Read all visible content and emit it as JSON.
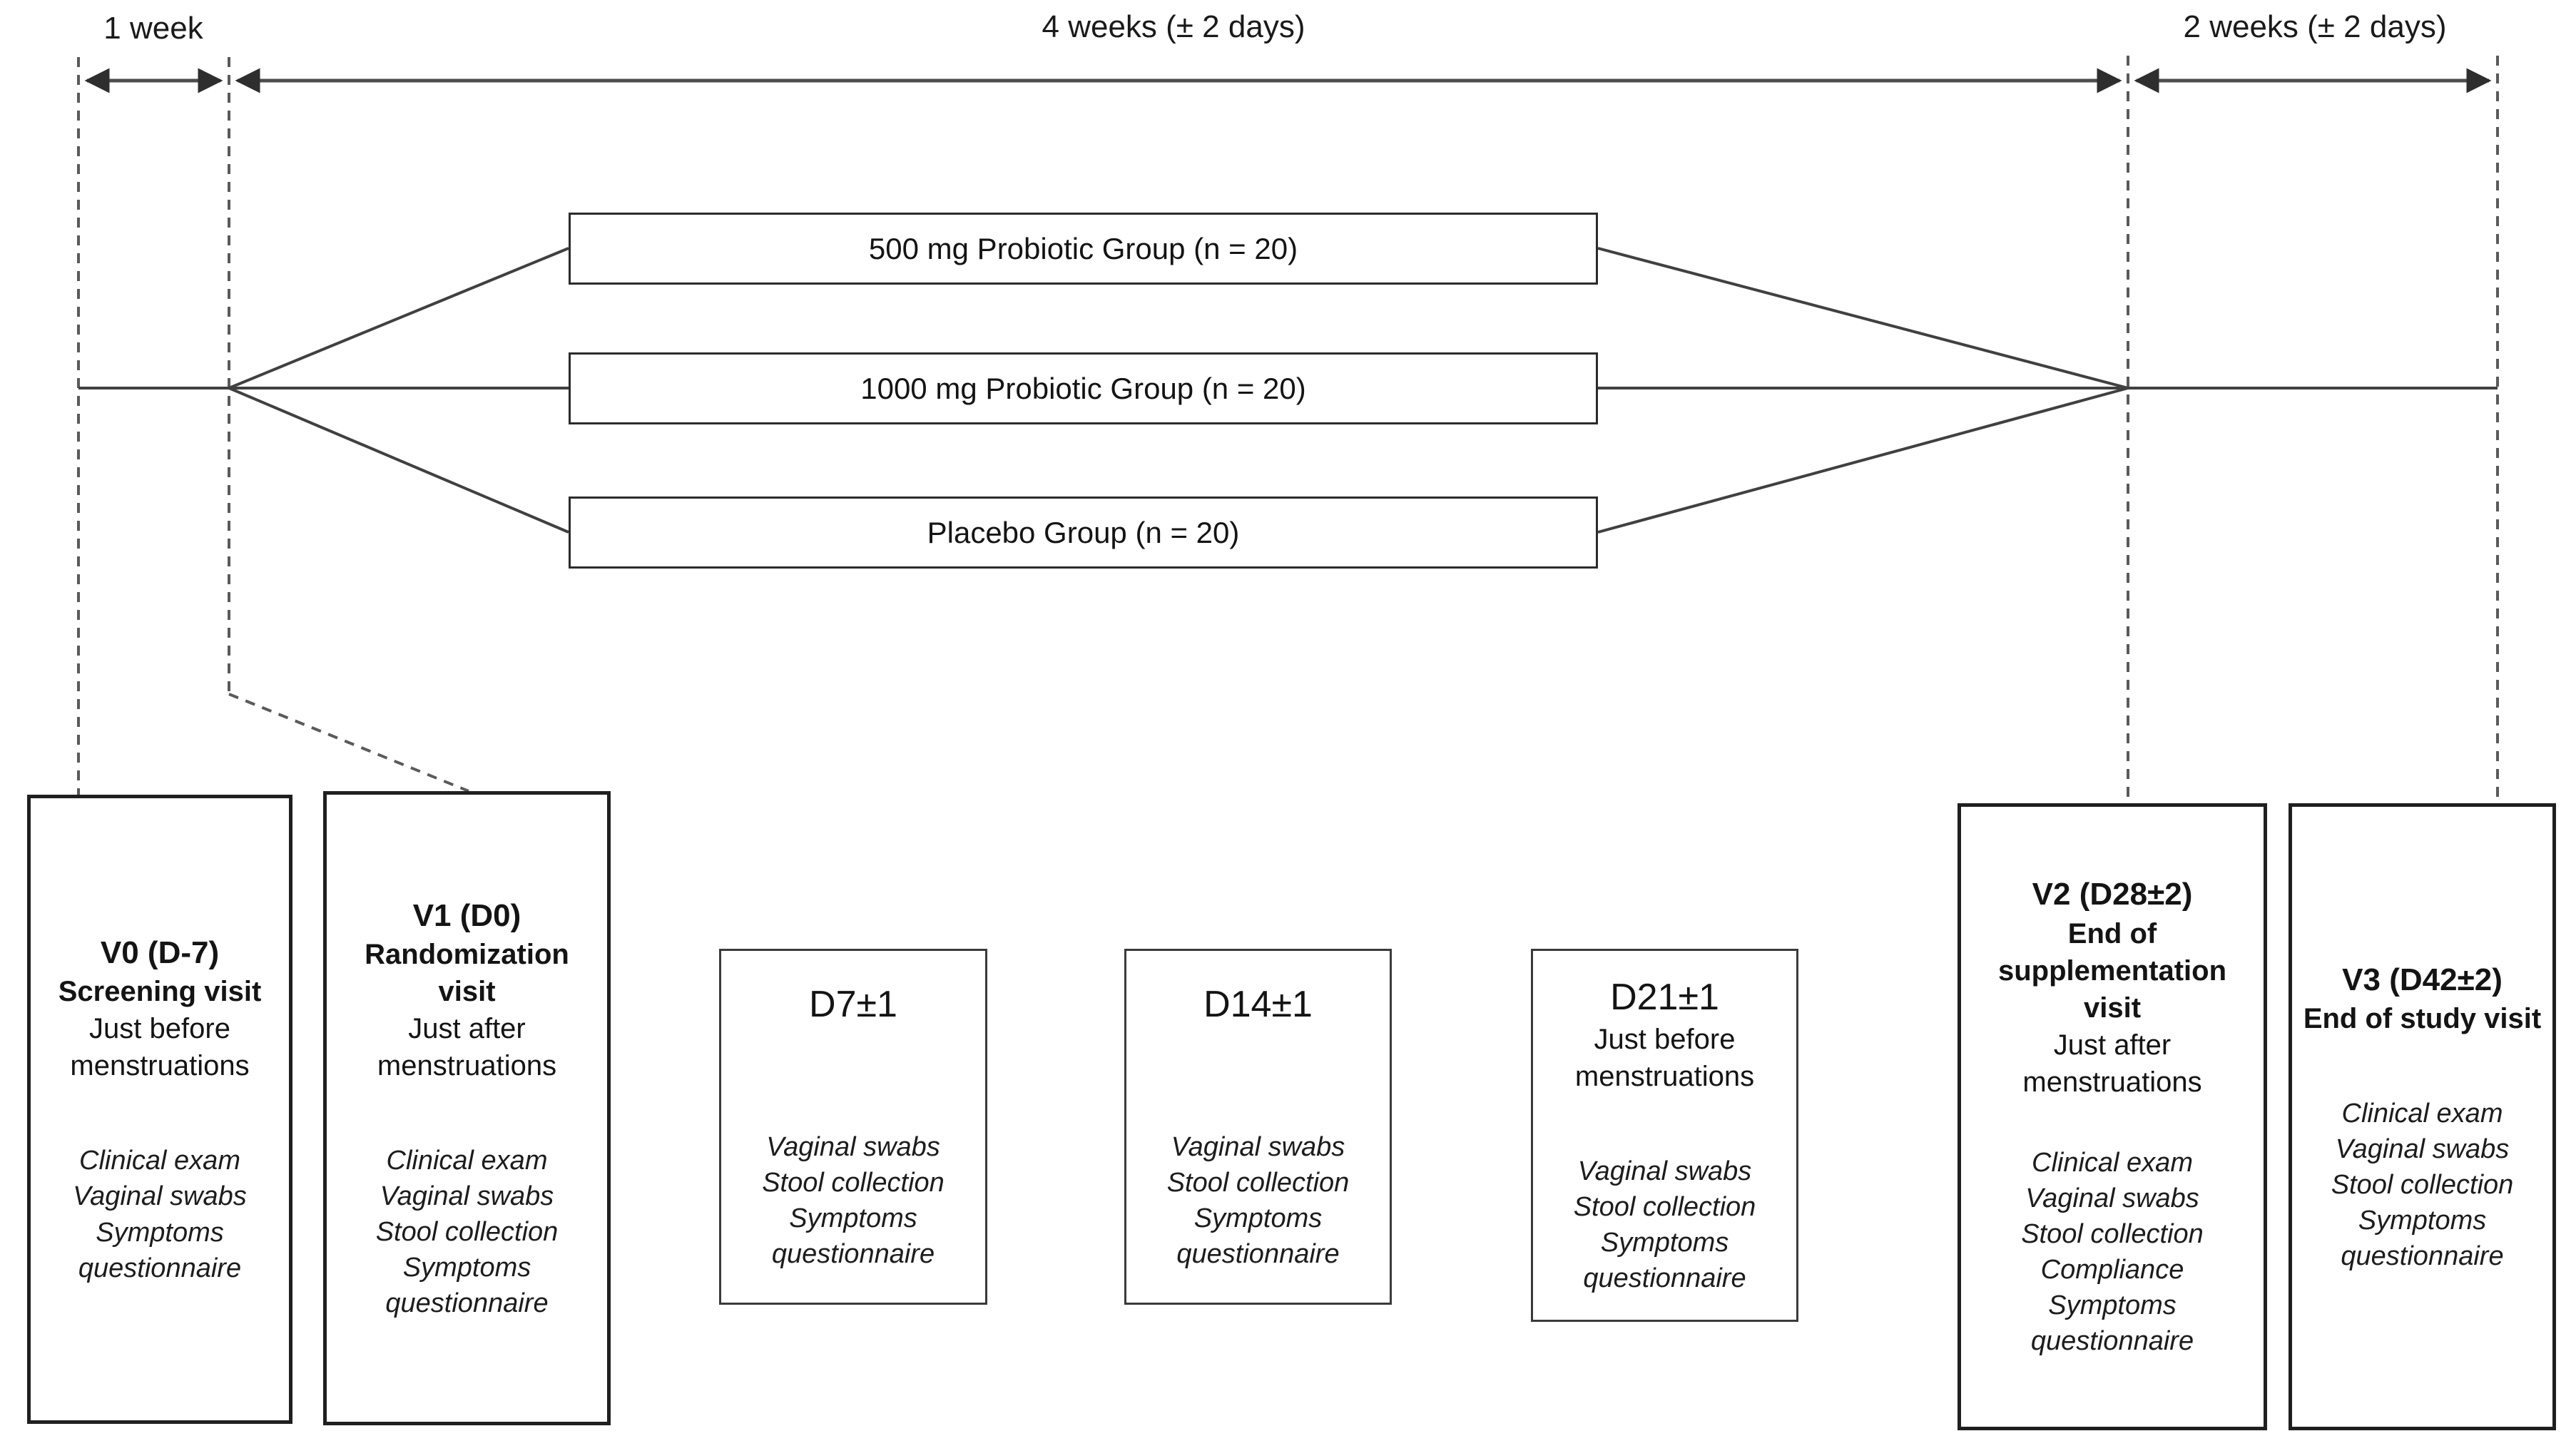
{
  "timeline": {
    "segments": [
      {
        "label": "1 week"
      },
      {
        "label": "4 weeks (± 2 days)"
      },
      {
        "label": "2 weeks (± 2 days)"
      }
    ]
  },
  "groups": [
    {
      "label": "500 mg Probiotic Group (n = 20)"
    },
    {
      "label": "1000 mg Probiotic Group (n = 20)"
    },
    {
      "label": "Placebo Group (n = 20)"
    }
  ],
  "visits": [
    {
      "title": "V0 (D-7)",
      "subtitle": "Screening visit",
      "timing": "Just before menstruations",
      "assessments": [
        "Clinical exam",
        "Vaginal swabs",
        "Symptoms questionnaire"
      ]
    },
    {
      "title": "V1 (D0)",
      "subtitle": "Randomization visit",
      "timing": "Just after menstruations",
      "assessments": [
        "Clinical exam",
        "Vaginal swabs",
        "Stool collection",
        "Symptoms questionnaire"
      ]
    },
    {
      "title": "D7±1",
      "assessments": [
        "Vaginal swabs",
        "Stool collection",
        "Symptoms questionnaire"
      ]
    },
    {
      "title": "D14±1",
      "assessments": [
        "Vaginal swabs",
        "Stool collection",
        "Symptoms questionnaire"
      ]
    },
    {
      "title": "D21±1",
      "timing": "Just before menstruations",
      "assessments": [
        "Vaginal swabs",
        "Stool collection",
        "Symptoms questionnaire"
      ]
    },
    {
      "title": "V2 (D28±2)",
      "subtitle": "End of supplementation visit",
      "timing": "Just after menstruations",
      "assessments": [
        "Clinical exam",
        "Vaginal swabs",
        "Stool collection",
        "Compliance",
        "Symptoms questionnaire"
      ]
    },
    {
      "title": "V3 (D42±2)",
      "subtitle": "End of study visit",
      "assessments": [
        "Clinical exam",
        "Vaginal swabs",
        "Stool collection",
        "Symptoms questionnaire"
      ]
    }
  ],
  "colors": {
    "line": "#404040",
    "dashed_line": "#5a5a5a",
    "arrow": "#4d4d4d",
    "border": "#2b2b2b",
    "text": "#141414",
    "background": "#ffffff"
  }
}
